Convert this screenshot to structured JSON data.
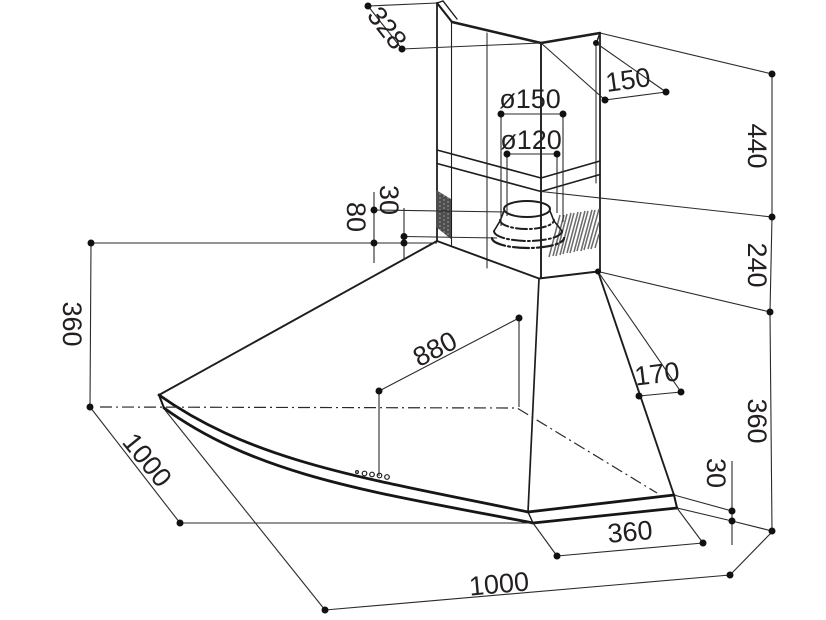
{
  "drawing": {
    "kind": "technical-dimension-drawing",
    "subject": "corner kitchen extractor hood, isometric view",
    "units": "mm",
    "dimensions": {
      "chimney_left_face_width": "328",
      "chimney_right_face_width": "150",
      "duct_diameter_outer": "ø150",
      "duct_diameter_inner": "ø120",
      "duct_collar_height": "80",
      "duct_collar_step": "30",
      "chimney_upper_section_height": "440",
      "chimney_lower_section_height": "240",
      "body_height_left": "360",
      "body_height_right": "360",
      "front_edge_width": "880",
      "corner_face_width": "170",
      "bottom_rim_height": "30",
      "left_wall_depth": "1000",
      "right_wall_depth": "1000",
      "front_right_edge_length": "360"
    }
  }
}
